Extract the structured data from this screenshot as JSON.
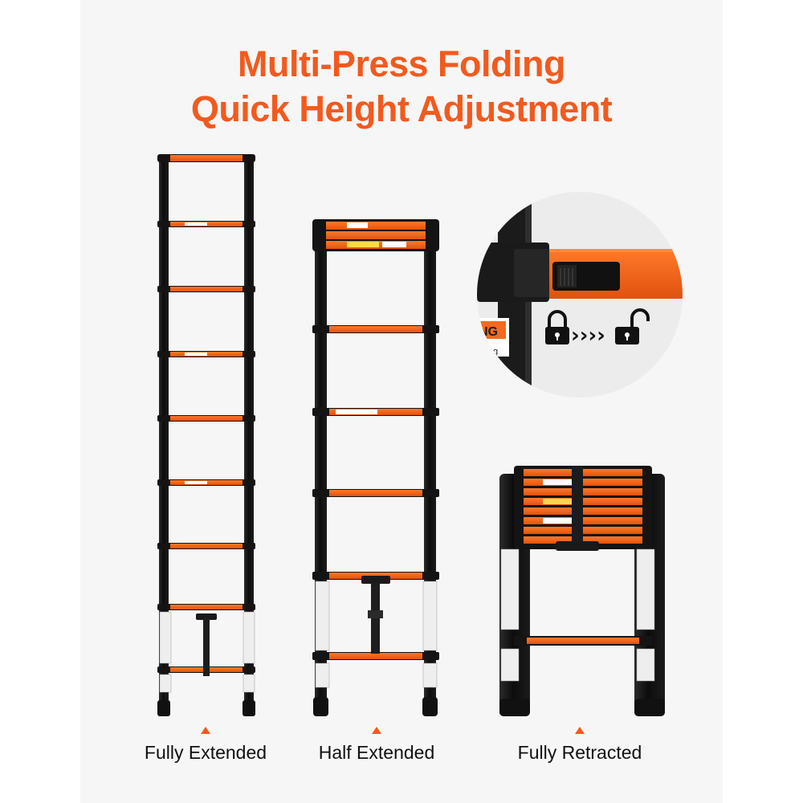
{
  "title": {
    "line1": "Multi-Press Folding",
    "line2": "Quick Height Adjustment"
  },
  "colors": {
    "accent": "#f25a1e",
    "ladder_black": "#141414",
    "rung_orange": "#f26a1f",
    "panel_bg": "#f6f6f6"
  },
  "captions": {
    "fully_extended": "Fully Extended",
    "half_extended": "Half Extended",
    "fully_retracted": "Fully Retracted"
  },
  "detail": {
    "sticker_text": "NG",
    "sticker_subtext": "sing",
    "lock_icon": "lock-closed-icon",
    "unlock_icon": "lock-open-icon",
    "arrows_text": "››››"
  }
}
